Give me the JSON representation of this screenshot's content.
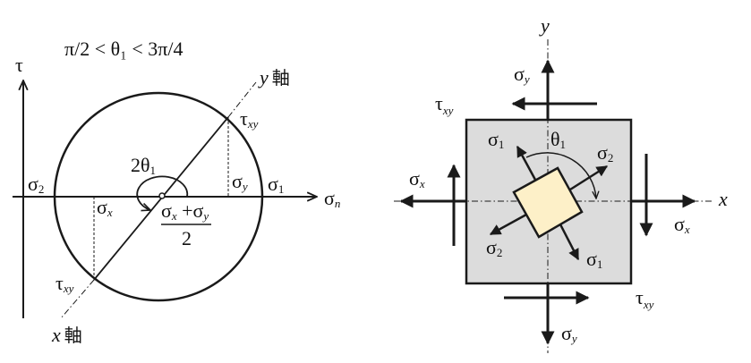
{
  "left": {
    "title": "π/2 < θ₁ < 3π/4",
    "tau_axis": "τ",
    "sigma_n": {
      "base": "σ",
      "sub": "n"
    },
    "y_axis": {
      "var": "y",
      "kanji": "軸"
    },
    "x_axis": {
      "var": "x",
      "kanji": "軸"
    },
    "tau_xy_top": {
      "base": "τ",
      "sub": "xy"
    },
    "tau_xy_bottom": {
      "base": "τ",
      "sub": "xy"
    },
    "two_theta": {
      "base": "2θ",
      "sub": "1"
    },
    "sigma2": {
      "base": "σ",
      "sub": "2"
    },
    "sigma1": {
      "base": "σ",
      "sub": "1"
    },
    "sigma_y": {
      "base": "σ",
      "sub": "y"
    },
    "sigma_x": {
      "base": "σ",
      "sub": "x"
    },
    "center_fraction": {
      "num_a": "σ",
      "num_a_sub": "x",
      "plus": " +σ",
      "num_b_sub": "y",
      "den": "2"
    }
  },
  "right": {
    "y_label": "y",
    "x_label": "x",
    "sigma_y_top": {
      "base": "σ",
      "sub": "y"
    },
    "sigma_y_bottom": {
      "base": "σ",
      "sub": "y"
    },
    "sigma_x_left": {
      "base": "σ",
      "sub": "x"
    },
    "sigma_x_right": {
      "base": "σ",
      "sub": "x"
    },
    "tau_xy_top": {
      "base": "τ",
      "sub": "xy"
    },
    "tau_xy_bottom": {
      "base": "τ",
      "sub": "xy"
    },
    "theta1": {
      "base": "θ",
      "sub": "1"
    },
    "sigma1_top": {
      "base": "σ",
      "sub": "1"
    },
    "sigma1_bottom": {
      "base": "σ",
      "sub": "1"
    },
    "sigma2_top": {
      "base": "σ",
      "sub": "2"
    },
    "sigma2_bottom": {
      "base": "σ",
      "sub": "2"
    },
    "colors": {
      "element_fill": "#dcdcdc",
      "principal_fill": "#fdf0c8"
    }
  }
}
